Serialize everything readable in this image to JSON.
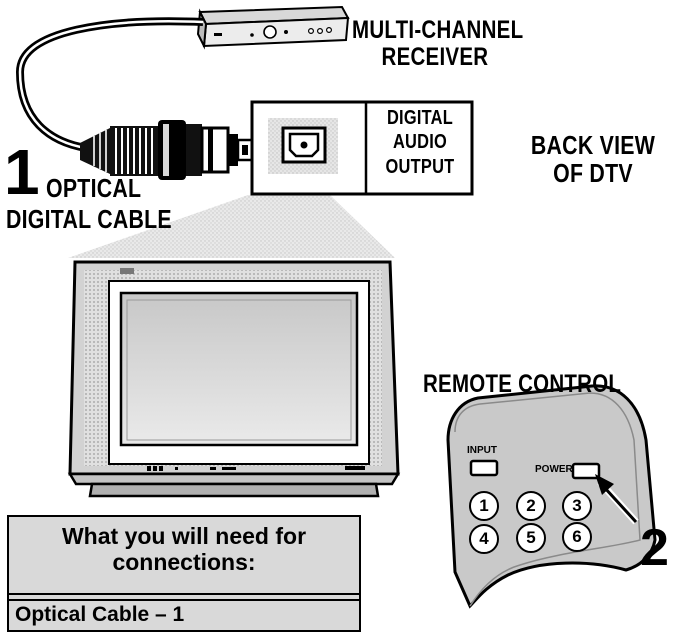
{
  "receiver_label": [
    "MULTI-CHANNEL",
    "RECEIVER"
  ],
  "step1": {
    "number": "1",
    "label_line1": "OPTICAL",
    "label_line2": "DIGITAL CABLE"
  },
  "port_label": [
    "DIGITAL",
    "AUDIO",
    "OUTPUT"
  ],
  "back_view_label": [
    "BACK VIEW",
    "OF DTV"
  ],
  "remote_label": "REMOTE CONTROL",
  "remote": {
    "input_label": "INPUT",
    "power_label": "POWER",
    "buttons": [
      "1",
      "2",
      "3",
      "4",
      "5",
      "6"
    ]
  },
  "step2": {
    "number": "2"
  },
  "needs_box": {
    "title_line1": "What you will need for",
    "title_line2": "connections:",
    "item": "Optical Cable  – 1"
  }
}
